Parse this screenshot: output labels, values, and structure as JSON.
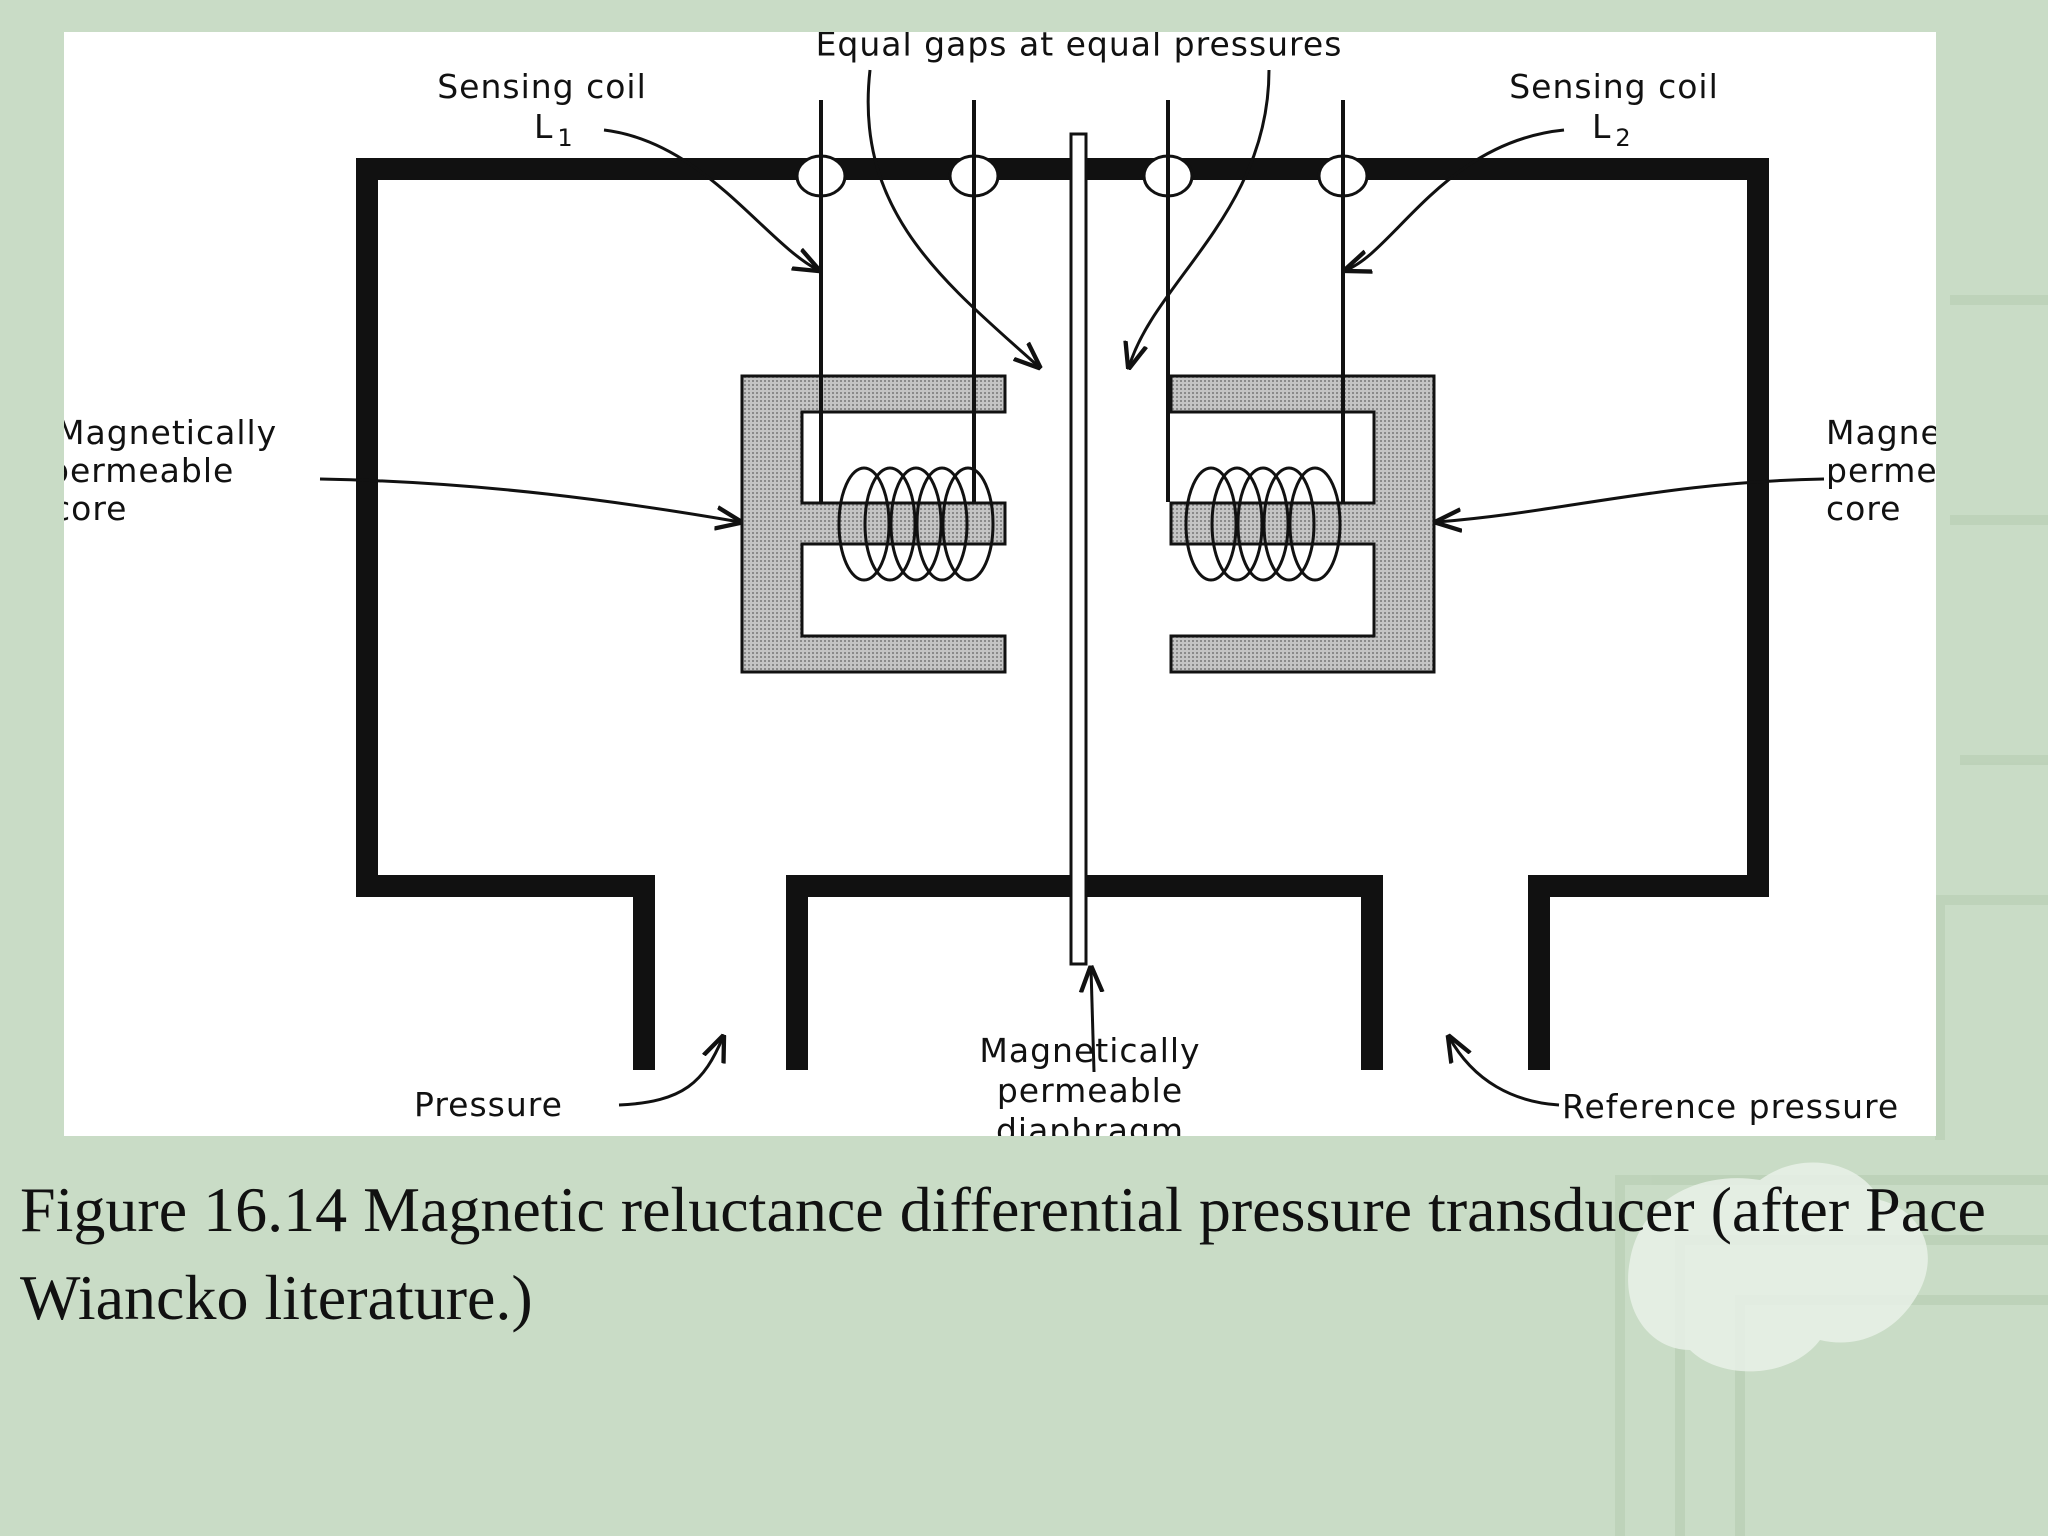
{
  "figure": {
    "labels": {
      "equal_gaps": "Equal gaps at equal pressures",
      "sensing_coil_left": "Sensing coil",
      "sensing_coil_left_symbol": "L",
      "sensing_coil_left_sub": "1",
      "sensing_coil_right": "Sensing coil",
      "sensing_coil_right_symbol": "L",
      "sensing_coil_right_sub": "2",
      "core_left_line1": "Magnetically",
      "core_left_line2": "permeable",
      "core_left_line3": "core",
      "core_right_line1": "Magnetically",
      "core_right_line2": "permeable",
      "core_right_line3": "core",
      "pressure": "Pressure",
      "diaphragm_line1": "Magnetically",
      "diaphragm_line2": "permeable",
      "diaphragm_line3": "diaphragm",
      "reference_pressure": "Reference pressure"
    }
  },
  "caption": {
    "text": "Figure 16.14   Magnetic reluctance differential pressure transducer (after Pace Wiancko literature.)"
  },
  "colors": {
    "background": "#c9dcc6",
    "panel": "#ffffff",
    "ink": "#111111",
    "core_fill": "#b9b9b9"
  }
}
